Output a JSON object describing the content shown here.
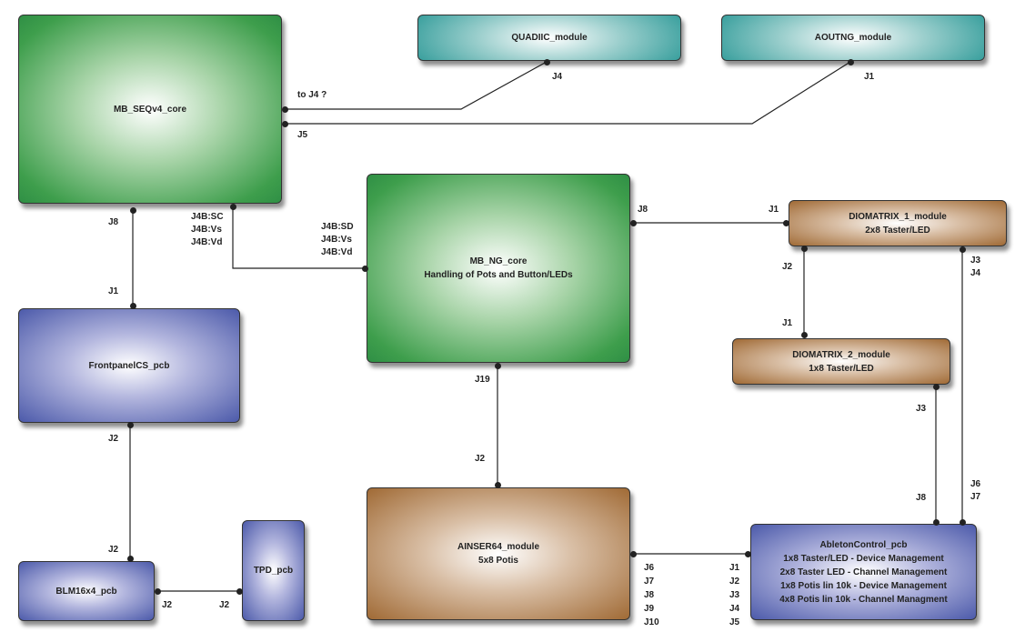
{
  "modules": {
    "mb_seq": {
      "name": "MB_SEQv4_core"
    },
    "quadiic": {
      "name": "QUADIIC_module"
    },
    "aoutng": {
      "name": "AOUTNG_module"
    },
    "mb_ng": {
      "name": "MB_NG_core",
      "desc": "Handling of Pots and Button/LEDs"
    },
    "diomatrix1": {
      "name": "DIOMATRIX_1_module",
      "desc": "2x8 Taster/LED"
    },
    "diomatrix2": {
      "name": "DIOMATRIX_2_module",
      "desc": "1x8 Taster/LED"
    },
    "frontpanel": {
      "name": "FrontpanelCS_pcb"
    },
    "blm": {
      "name": "BLM16x4_pcb"
    },
    "tpd": {
      "name": "TPD_pcb"
    },
    "ainser": {
      "name": "AINSER64_module",
      "desc": "5x8 Potis"
    },
    "ableton": {
      "name": "AbletonControl_pcb",
      "lines": [
        "1x8 Taster/LED  - Device Management",
        "2x8 Taster LED  - Channel Management",
        "1x8 Potis lin 10k - Device Management",
        "4x8 Potis lin 10k - Channel Managment"
      ]
    }
  },
  "labels": {
    "to_j4": "to J4 ?",
    "seq_j5": "J5",
    "quad_j4": "J4",
    "aout_j1": "J1",
    "seq_j8": "J8",
    "seq_j4b": "J4B:SC\nJ4B:Vs\nJ4B:Vd",
    "ng_j4b": "J4B:SD\nJ4B:Vs\nJ4B:Vd",
    "fp_j1": "J1",
    "fp_j2": "J2",
    "blm_j2_top": "J2",
    "blm_j2_right": "J2",
    "tpd_j2": "J2",
    "ng_j8": "J8",
    "dio1_j1": "J1",
    "dio1_j2": "J2",
    "dio2_j1": "J1",
    "dio1_j3j4": "J3\nJ4",
    "dio2_j3": "J3",
    "ableton_j8": "J8",
    "ableton_j6j7": "J6\nJ7",
    "ng_j19": "J19",
    "ainser_j2": "J2",
    "ainser_right": "J6\nJ7\nJ8\nJ9\nJ10",
    "ableton_left": "J1\nJ2\nJ3\nJ4\nJ5"
  }
}
